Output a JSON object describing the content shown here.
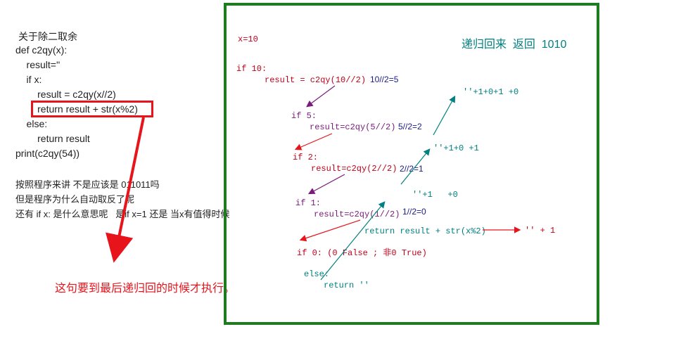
{
  "code": {
    "heading": "关于除二取余",
    "lines": [
      "def c2qy(x):",
      "    result=''",
      "    if x:",
      "        result = c2qy(x//2)",
      "        return result + str(x%2)",
      "    else:",
      "        return result",
      "print(c2qy(54))"
    ]
  },
  "questions": [
    "按照程序来讲 不是应该是 011011吗",
    "但是程序为什么自动取反了呢",
    "还有 if x: 是什么意思呢   是if x=1 还是 当x有值得时候"
  ],
  "note": "这句要到最后递归回的时候才执行。",
  "diagram": {
    "title": "递归回来  返回  1010",
    "x_init": "x=10",
    "if10": "if 10:",
    "result10": "result = c2qy(10//2)",
    "div10": "10//2=5",
    "if5": "if 5:",
    "result5": "result=c2qy(5//2)",
    "div5": "5//2=2",
    "if2": "if 2:",
    "result2": "result=c2qy(2//2)",
    "div2": "2//2=1",
    "if1": "if 1:",
    "result1": "result=c2qy(1//2)",
    "div1": "1//2=0",
    "return_line": "return result + str(x%2)",
    "ret1": "'' + 1",
    "if0": "if 0: (0 False ; 非0 True)",
    "else": "else:",
    "return_empty": "return ''",
    "up1": "''+1   +0",
    "up2": "''+1+0 +1",
    "up3": "''+1+0+1 +0"
  },
  "colors": {
    "red": "#e8141b",
    "dark_red": "#c0001a",
    "green_border": "#1e7b1e",
    "teal": "#008080",
    "navy": "#1a1a8c",
    "purple": "#7a1a7a",
    "text": "#222222"
  }
}
